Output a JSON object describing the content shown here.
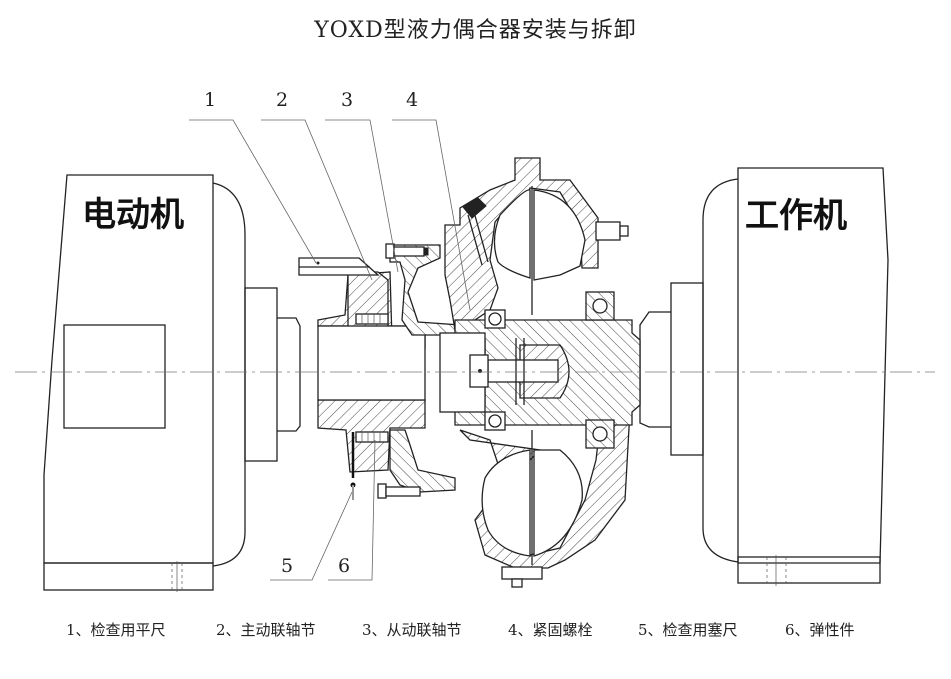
{
  "title": "YOXD型液力偶合器安装与拆卸",
  "machines": {
    "motor": "电动机",
    "driven": "工作机"
  },
  "callouts": [
    {
      "number": "1",
      "name": "检查用平尺"
    },
    {
      "number": "2",
      "name": "主动联轴节"
    },
    {
      "number": "3",
      "name": "从动联轴节"
    },
    {
      "number": "4",
      "name": "紧固螺栓"
    },
    {
      "number": "5",
      "name": "检查用塞尺"
    },
    {
      "number": "6",
      "name": "弹性件"
    }
  ],
  "legend": [
    "1、检查用平尺",
    "2、主动联轴节",
    "3、从动联轴节",
    "4、紧固螺栓",
    "5、检查用塞尺",
    "6、弹性件"
  ]
}
